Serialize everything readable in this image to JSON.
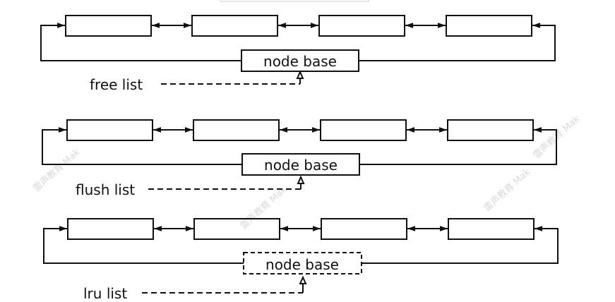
{
  "lists": [
    {
      "node_base_label": "node base",
      "list_label": "free list"
    },
    {
      "node_base_label": "node base",
      "list_label": "flush list"
    },
    {
      "node_base_label": "node base",
      "list_label": "lru list"
    }
  ],
  "watermark": "雷声教育 Mak",
  "colors": {
    "stroke": "#111111",
    "watermark": "#d9d9d9",
    "background": "#ffffff"
  }
}
